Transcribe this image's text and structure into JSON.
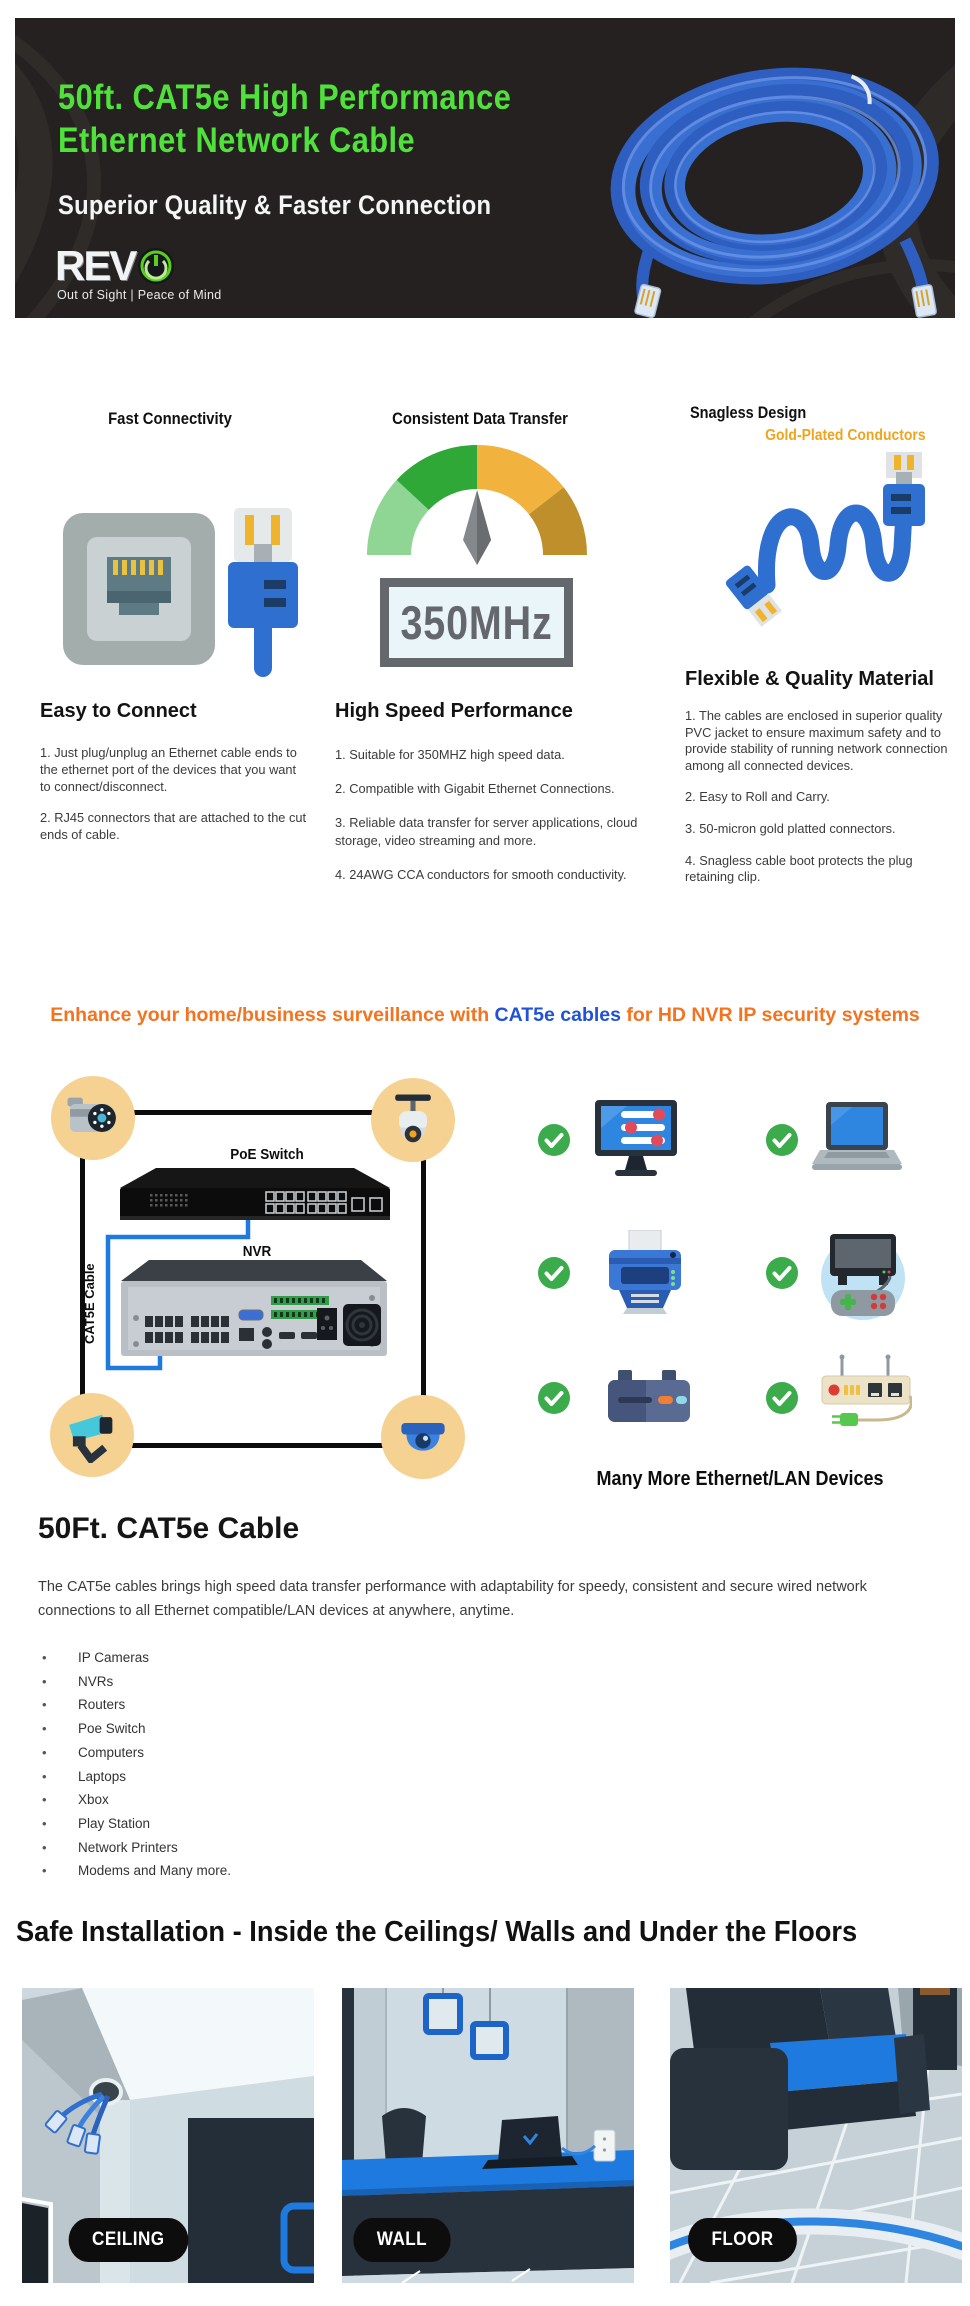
{
  "banner": {
    "title_line1": "50ft. CAT5e High Performance",
    "title_line2": "Ethernet Network Cable",
    "subtitle": "Superior Quality & Faster Connection",
    "logo_text": "REV",
    "logo_tagline": "Out of Sight | Peace of Mind",
    "colors": {
      "background": "#242120",
      "title_green": "#50e23b"
    }
  },
  "features": {
    "columns": [
      {
        "top_heading": "Fast Connectivity",
        "icons": [
          "ethernet-port-icon",
          "rj45-plug-icon"
        ],
        "heading": "Easy to Connect",
        "items": [
          "1. Just plug/unplug an Ethernet cable ends to the ethernet port of the devices that you want to connect/disconnect.",
          "2. RJ45 connectors that are attached to the cut ends of cable."
        ]
      },
      {
        "top_heading": "Consistent Data Transfer",
        "icons": [
          "speed-gauge-icon"
        ],
        "frequency_badge": "350MHz",
        "heading": "High Speed Performance",
        "items": [
          "1. Suitable for 350MHZ high speed data.",
          "2. Compatible with Gigabit Ethernet Connections.",
          "3. Reliable data transfer for server applications, cloud storage, video streaming and more.",
          "4. 24AWG CCA conductors for smooth conductivity."
        ]
      },
      {
        "top_heading": "Snagless Design",
        "sub_heading": "Gold-Plated Conductors",
        "sub_heading_color": "#f0a41e",
        "icons": [
          "snagless-cable-icon"
        ],
        "heading": "Flexible & Quality Material",
        "items": [
          "1. The cables are enclosed in superior quality PVC jacket to ensure maximum safety and to provide stability of running network connection among all connected devices.",
          "2. Easy to Roll and Carry.",
          "3. 50-micron gold platted connectors.",
          "4. Snagless cable boot protects the plug retaining clip."
        ]
      }
    ]
  },
  "surveillance": {
    "headline_part1": "Enhance your home/business surveillance with ",
    "headline_highlight": "CAT5e cables",
    "headline_part2": " for HD NVR IP security systems",
    "headline_colors": {
      "main": "#f4731f",
      "highlight": "#2052d8"
    },
    "diagram": {
      "poe_label": "PoE Switch",
      "nvr_label": "NVR",
      "cable_label": "CAT5E Cable",
      "camera_icons": [
        "bullet-camera-icon",
        "ptz-camera-icon",
        "cctv-camera-icon",
        "dome-camera-icon"
      ]
    },
    "device_icons": [
      "desktop-computer-icon",
      "laptop-icon",
      "printer-icon",
      "game-console-icon",
      "xbox-console-icon",
      "router-modem-icon"
    ],
    "devices_heading": "Many More Ethernet/LAN Devices"
  },
  "description": {
    "heading": "50Ft. CAT5e Cable",
    "paragraph": "The CAT5e cables brings high speed data transfer performance with adaptability for speedy, consistent and secure wired network connections to all Ethernet compatible/LAN devices at anywhere, anytime.",
    "bullets": [
      "IP Cameras",
      "NVRs",
      "Routers",
      "Poe Switch",
      "Computers",
      "Laptops",
      "Xbox",
      "Play Station",
      "Network Printers",
      "Modems and Many more."
    ]
  },
  "installation": {
    "heading": "Safe Installation - Inside the Ceilings/ Walls and Under the Floors",
    "panels": [
      {
        "label": "CEILING"
      },
      {
        "label": "WALL"
      },
      {
        "label": "FLOOR"
      }
    ]
  }
}
